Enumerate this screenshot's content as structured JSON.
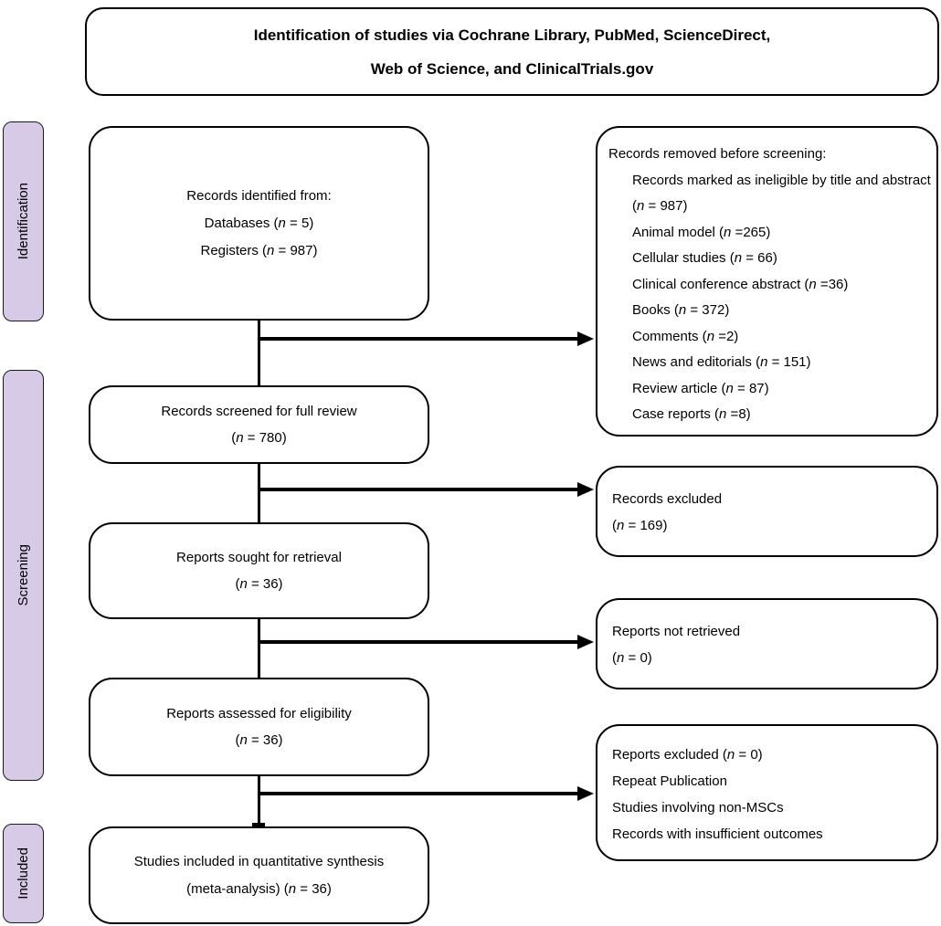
{
  "colors": {
    "background": "#ffffff",
    "box_fill": "#ffffff",
    "box_border": "#000000",
    "stage_fill": "#d6cae6",
    "text": "#000000"
  },
  "title": {
    "lines": [
      "Identification of studies via Cochrane Library, PubMed, ScienceDirect,",
      "Web of Science, and ClinicalTrials.gov"
    ]
  },
  "sidebar": {
    "stages": [
      {
        "label": "Identification"
      },
      {
        "label": "Screening"
      },
      {
        "label": "Included"
      }
    ]
  },
  "flow": {
    "left": [
      {
        "id": "records-identified",
        "lines": [
          "Records identified from:",
          "Databases (n = 5)",
          "Registers (n = 987)"
        ]
      },
      {
        "id": "records-screened",
        "lines": [
          "Records screened for full review",
          "(n = 780)"
        ]
      },
      {
        "id": "reports-sought",
        "lines": [
          "Reports sought for retrieval",
          "(n = 36)"
        ]
      },
      {
        "id": "reports-assessed",
        "lines": [
          "Reports assessed for eligibility",
          "(n = 36)"
        ]
      },
      {
        "id": "studies-included",
        "lines": [
          "Studies included in quantitative synthesis",
          "(meta-analysis) (n = 36)"
        ]
      }
    ],
    "right": [
      {
        "id": "records-removed",
        "header": "Records removed before screening:",
        "items": [
          "Records marked as ineligible by title and abstract (n = 987)",
          "Animal model (n =265)",
          "Cellular studies (n = 66)",
          "Clinical conference abstract (n =36)",
          "Books (n = 372)",
          "Comments (n =2)",
          "News and editorials (n = 151)",
          "Review article (n = 87)",
          "Case reports (n =8)"
        ]
      },
      {
        "id": "records-excluded",
        "lines": [
          "Records excluded",
          "(n = 169)"
        ]
      },
      {
        "id": "reports-not-retrieved",
        "lines": [
          "Reports not retrieved",
          "(n = 0)"
        ]
      },
      {
        "id": "reports-excluded",
        "lines": [
          "Reports excluded (n = 0)",
          "Repeat Publication",
          "Studies involving non-MSCs",
          "Records with insufficient outcomes"
        ]
      }
    ]
  }
}
